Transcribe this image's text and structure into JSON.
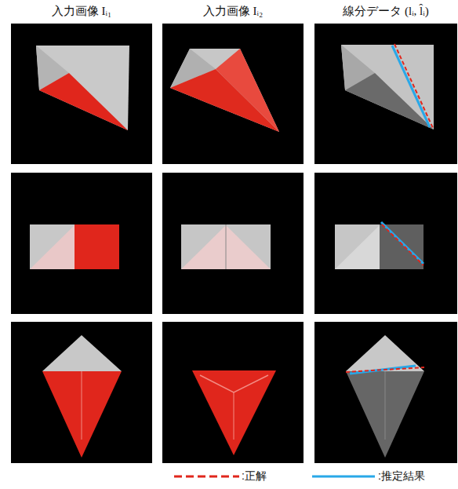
{
  "diagram": {
    "labels": [
      "入力画像 Iᵢ₁",
      "入力画像 Iᵢ₂",
      "線分データ (lᵢ, l̂ᵢ)"
    ],
    "legend": [
      {
        "text": ":正解"
      },
      {
        "text": ":推定結果"
      }
    ]
  }
}
